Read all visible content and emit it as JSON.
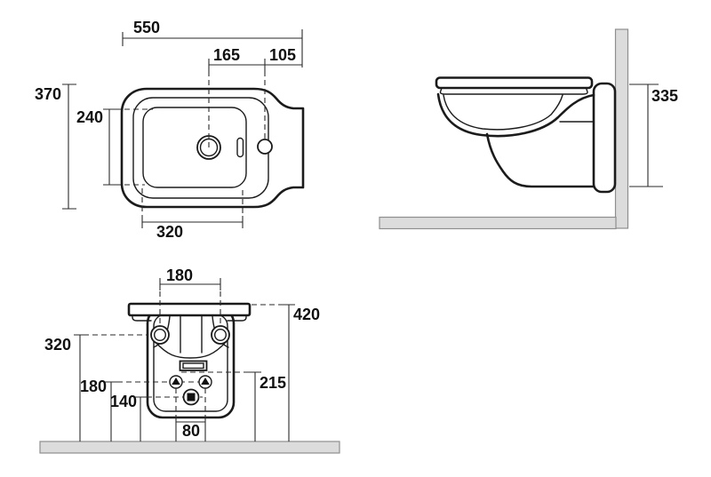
{
  "colors": {
    "line": "#1b1b1b",
    "dim_line": "#2a2a2a",
    "surface_fill": "#dcdcdc",
    "surface_stroke": "#8e8e8e",
    "background": "#ffffff"
  },
  "plan_view": {
    "overall_width": "550",
    "drain_to_tap_hole": "165",
    "tap_hole_to_edge": "105",
    "overall_depth": "370",
    "basin_depth": "240",
    "basin_width": "320"
  },
  "side_view": {
    "fixture_back_height": "335"
  },
  "rear_view": {
    "fixing_hole_spacing": "180",
    "rim_height_from_floor": "420",
    "fixing_hole_height": "320",
    "inlet_height": "180",
    "drain_center_height": "140",
    "waste_outlet_height": "215",
    "inlet_spacing": "80"
  }
}
